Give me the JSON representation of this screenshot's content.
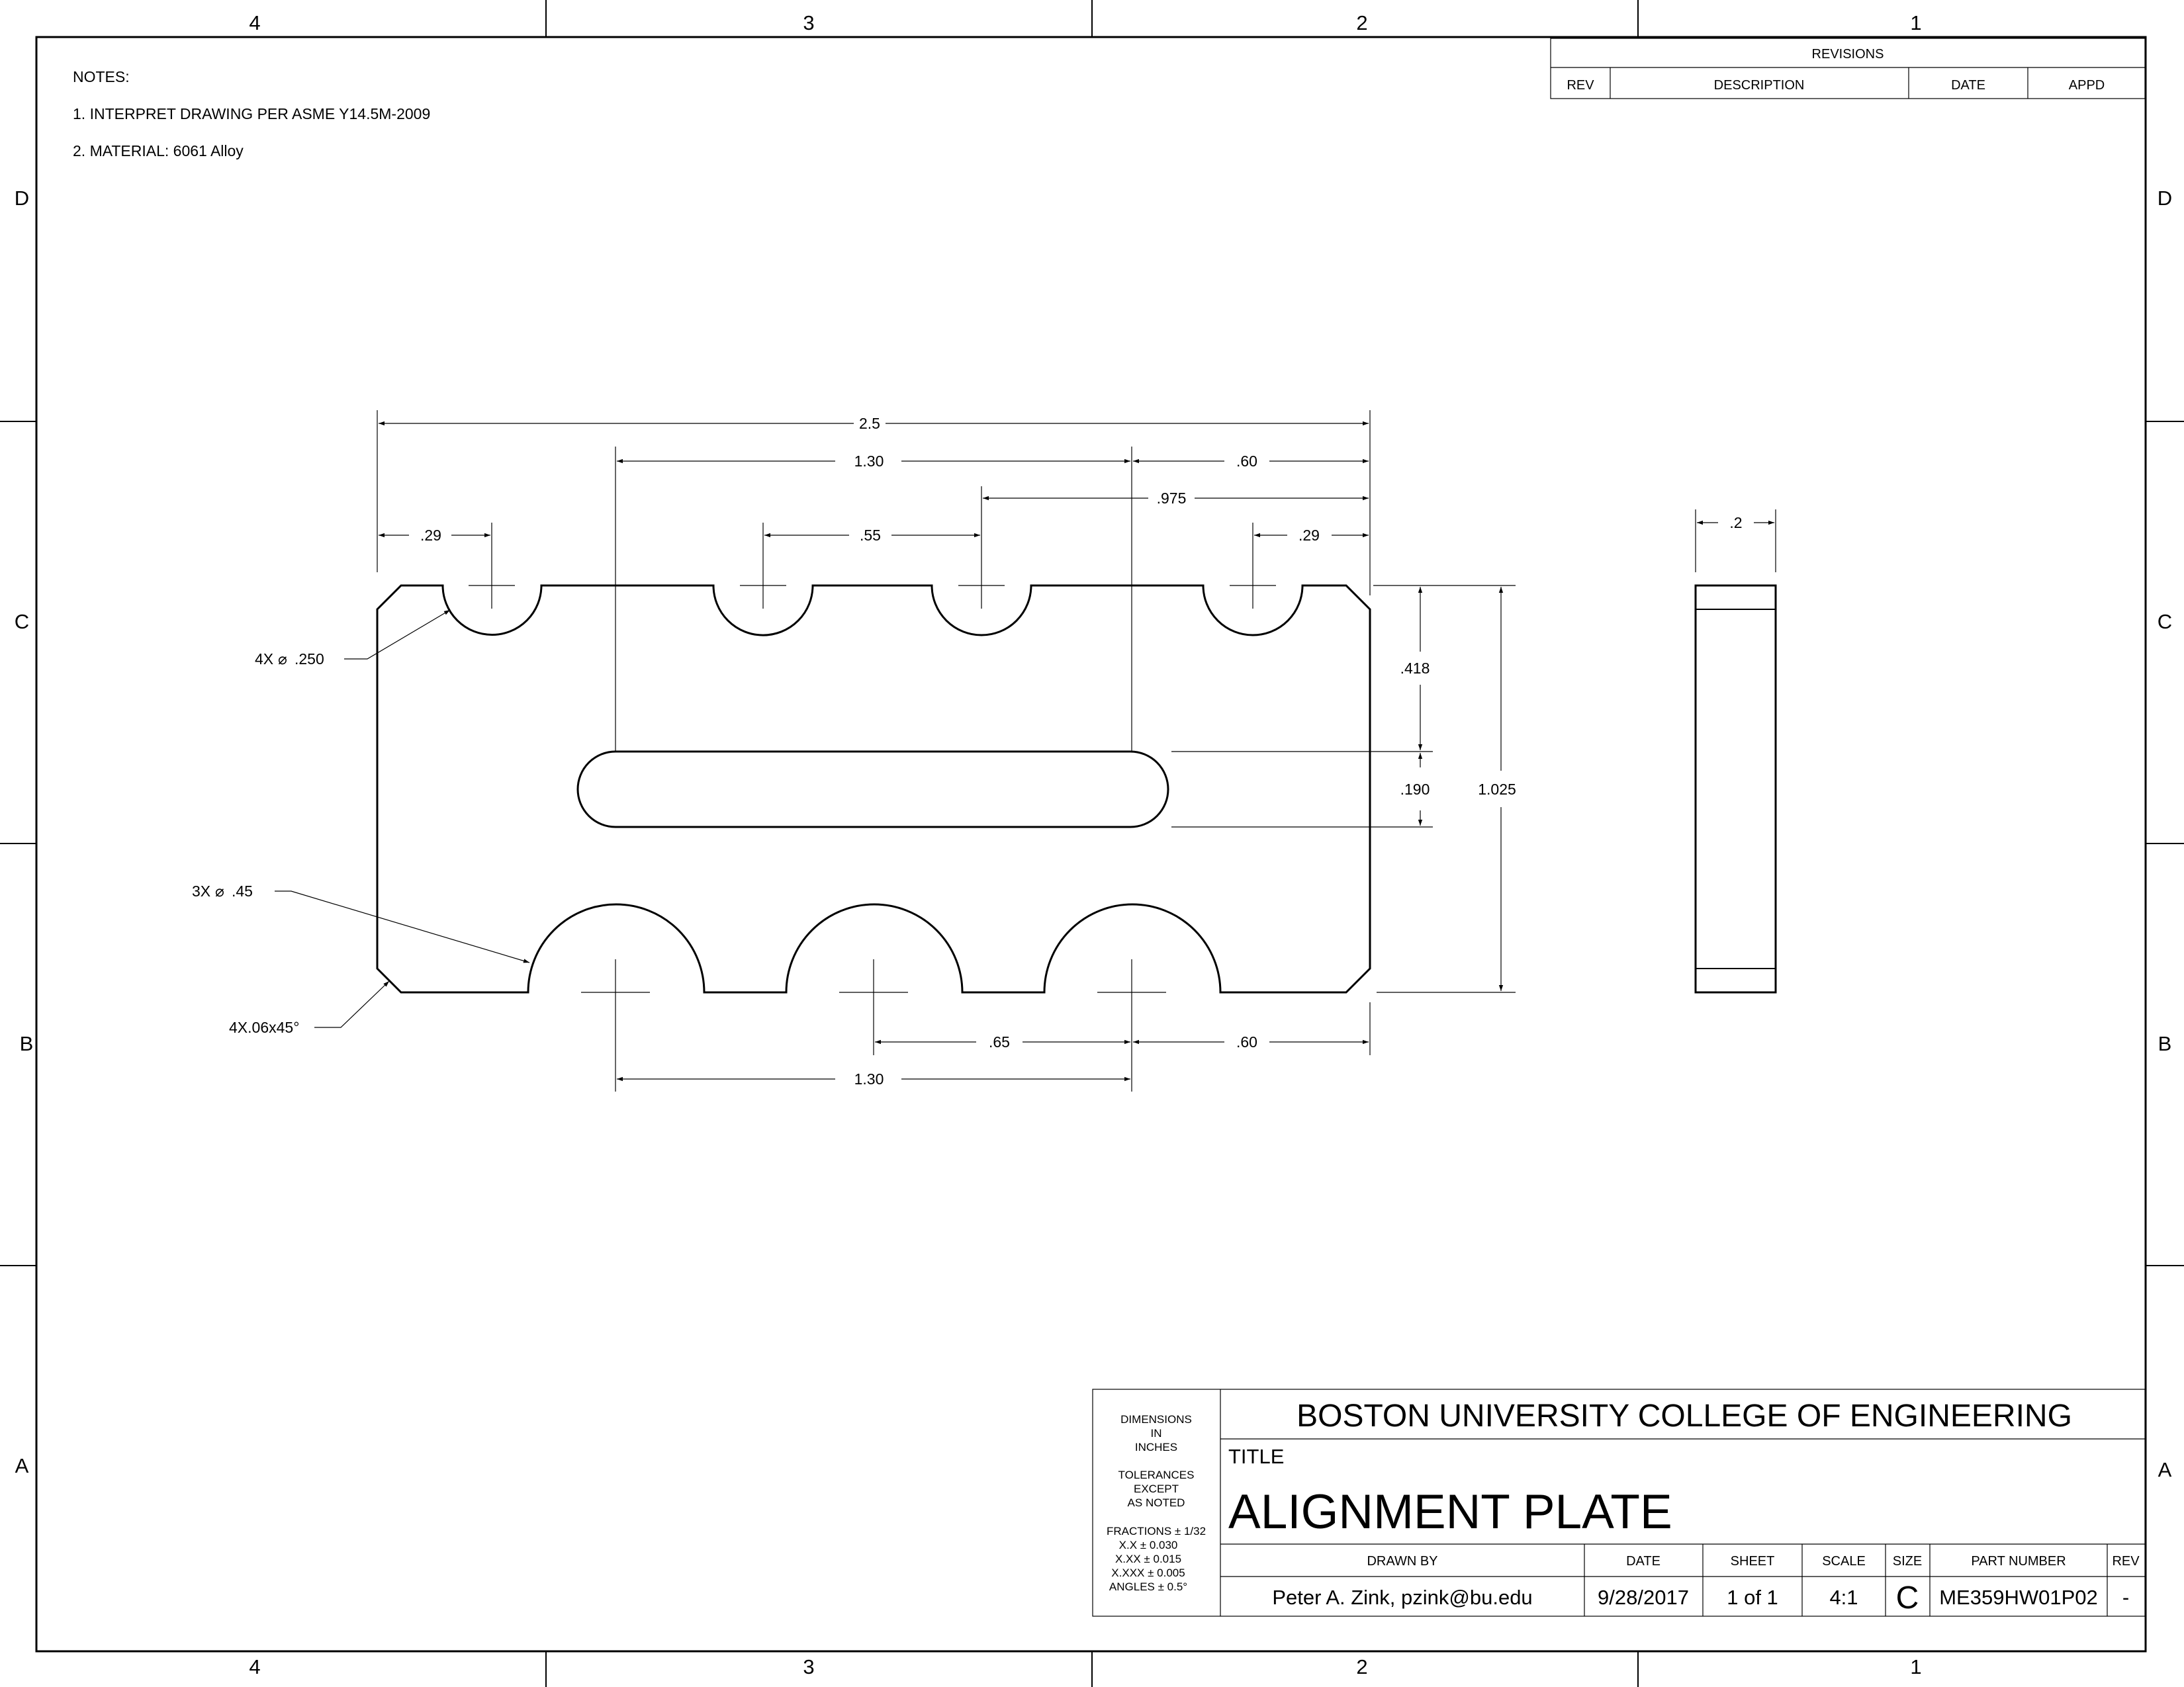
{
  "zones": {
    "columns": [
      "4",
      "3",
      "2",
      "1"
    ],
    "rows": [
      "D",
      "C",
      "B",
      "A"
    ]
  },
  "notes": {
    "heading": "NOTES:",
    "items": [
      "1. INTERPRET DRAWING PER ASME Y14.5M-2009",
      "2. MATERIAL: 6061 Alloy"
    ]
  },
  "revisions": {
    "title": "REVISIONS",
    "headers": [
      "REV",
      "DESCRIPTION",
      "DATE",
      "APPD"
    ]
  },
  "dimensions": {
    "overall_width": "2.5",
    "slot_length": "1.30",
    "slot_right_offset": ".60",
    "notch_offset": ".975",
    "left_notch": ".29",
    "notch_spacing": ".55",
    "right_notch": ".29",
    "slot_top": ".418",
    "slot_width": ".190",
    "overall_height": "1.025",
    "bottom_spacing": ".65",
    "bottom_right_offset": ".60",
    "bottom_span": "1.30",
    "thickness": ".2"
  },
  "callouts": {
    "small_holes": {
      "count": "4X",
      "symbol": "⌀",
      "value": ".250"
    },
    "large_holes": {
      "count": "3X",
      "symbol": "⌀",
      "value": ".45"
    },
    "chamfer": "4X.06x45°"
  },
  "title_block": {
    "units": [
      "DIMENSIONS",
      "IN",
      "INCHES"
    ],
    "tolerance_heading": [
      "TOLERANCES",
      "EXCEPT",
      "AS NOTED"
    ],
    "tolerances": [
      "FRACTIONS ± 1/32",
      "X.X ± 0.030",
      "X.XX ± 0.015",
      "X.XXX ± 0.005",
      "ANGLES ± 0.5°"
    ],
    "organization": "BOSTON UNIVERSITY COLLEGE OF ENGINEERING",
    "title_label": "TITLE",
    "title": "ALIGNMENT PLATE",
    "headers": {
      "drawn_by": "DRAWN BY",
      "date": "DATE",
      "sheet": "SHEET",
      "scale": "SCALE",
      "size": "SIZE",
      "part_number": "PART NUMBER",
      "rev": "REV"
    },
    "values": {
      "drawn_by": "Peter A. Zink, pzink@bu.edu",
      "date": "9/28/2017",
      "sheet": "1 of 1",
      "scale": "4:1",
      "size": "C",
      "part_number": "ME359HW01P02",
      "rev": "-"
    }
  }
}
